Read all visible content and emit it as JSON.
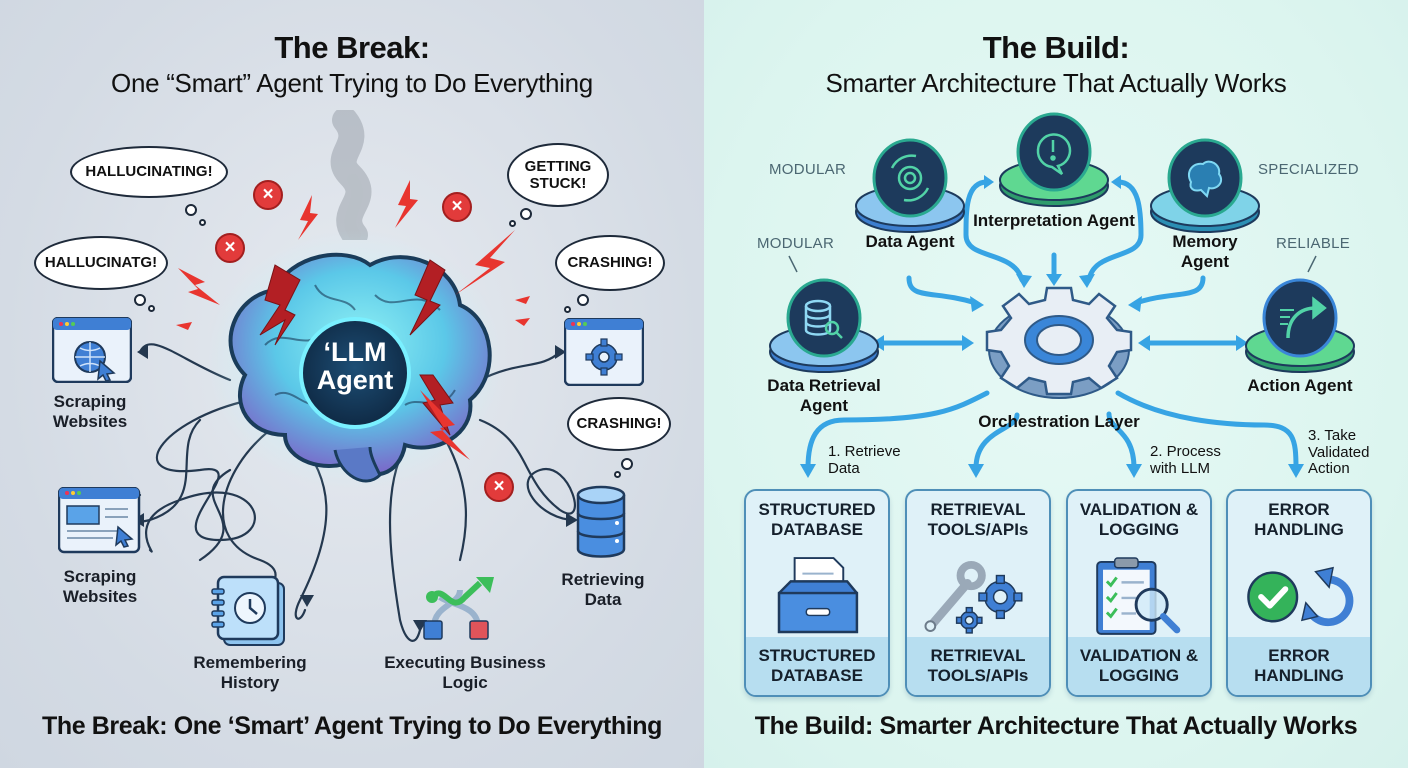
{
  "left": {
    "title": "The Break:",
    "subtitle": "One “Smart” Agent Trying to Do Everything",
    "center_label_line1": "‘LLM",
    "center_label_line2": "Agent",
    "bubbles": [
      {
        "text": "HALLUCINATING!"
      },
      {
        "text": "HALLUCINATG!"
      },
      {
        "text": "GETTING STUCK!"
      },
      {
        "text": "CRASHING!"
      },
      {
        "text": "CRASHING!"
      }
    ],
    "error_marks": [
      "×",
      "×",
      "×",
      "×"
    ],
    "tasks": [
      {
        "label": "Scraping Websites",
        "icon": "globe-browser-icon"
      },
      {
        "label": "Scraping Websites",
        "icon": "webpage-cursor-icon"
      },
      {
        "label": "Remembering History",
        "icon": "history-notebook-icon"
      },
      {
        "label": "Executing Business Logic",
        "icon": "flow-branch-icon"
      },
      {
        "label": "Retrieving Data",
        "icon": "database-icon"
      },
      {
        "label": "",
        "icon": "settings-window-icon"
      }
    ],
    "footer": "The Break: One ‘Smart’ Agent Trying to Do Everything"
  },
  "right": {
    "title": "The Build:",
    "subtitle": "Smarter Architecture That Actually Works",
    "tags": [
      "MODULAR",
      "MODULAR",
      "SPECIALIZED",
      "RELIABLE"
    ],
    "agents": [
      {
        "label": "Data Agent",
        "icon": "ai-swirl-icon"
      },
      {
        "label": "Interpretation Agent",
        "icon": "alert-chat-icon"
      },
      {
        "label": "Memory Agent",
        "icon": "brain-icon"
      },
      {
        "label": "Data Retrieval Agent",
        "icon": "database-search-icon"
      },
      {
        "label": "Action Agent",
        "icon": "forward-arrow-icon"
      }
    ],
    "orchestrator": "Orchestration Layer",
    "steps": [
      "1. Retrieve Data",
      "2. Process with LLM",
      "3. Take Validated Action"
    ],
    "cards": [
      {
        "title": "STRUCTURED DATABASE",
        "footer": "STRUCTURED DATABASE",
        "icon": "file-drawer-icon"
      },
      {
        "title": "RETRIEVAL TOOLS/APIs",
        "footer": "RETRIEVAL TOOLS/APIs",
        "icon": "wrench-gears-icon"
      },
      {
        "title": "VALIDATION & LOGGING",
        "footer": "VALIDATION & LOGGING",
        "icon": "checklist-magnifier-icon"
      },
      {
        "title": "ERROR HANDLING",
        "footer": "ERROR HANDLING",
        "icon": "check-retry-icon"
      }
    ],
    "footer": "The Build: Smarter Architecture That Actually Works"
  },
  "colors": {
    "left_bg": "#d4dbe4",
    "right_bg": "#dcf5ef",
    "error_red": "#e23b3b",
    "brain_cyan": "#5fd6e6",
    "brain_purple": "#8a6fd0",
    "flow_blue": "#3aa7e6",
    "agent_navy": "#1d3a5c",
    "agent_green": "#3cc486"
  }
}
